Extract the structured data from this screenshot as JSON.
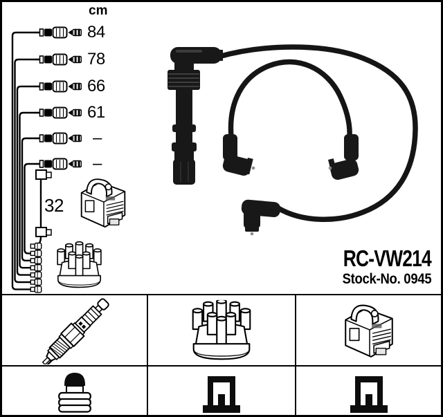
{
  "product": {
    "model": "RC-VW214",
    "stock": "Stock-No. 0945"
  },
  "measurements": {
    "unit": "cm",
    "lead_lengths": [
      "84",
      "78",
      "66",
      "61",
      "–",
      "–"
    ],
    "coil_lead_length": "32"
  },
  "diagram_parts": [
    "ignition-lead",
    "lead-connector",
    "coil-lead",
    "ignition-coil",
    "distributor-cap",
    "distributor-terminals"
  ],
  "photo": {
    "subject": "ignition-cable-set",
    "parts": [
      "long-plug-boot",
      "angled-plug-boot",
      "angled-plug-boot",
      "angled-plug-boot",
      "ht-cables"
    ]
  },
  "legend": {
    "row1": [
      "spark-plug",
      "distributor-cap",
      "ignition-coil"
    ],
    "row2": [
      "terminal-nut",
      "plug-connector",
      "plug-connector"
    ]
  },
  "colors": {
    "ink": "#000000",
    "photo_black": "#181818",
    "background": "#ffffff"
  }
}
